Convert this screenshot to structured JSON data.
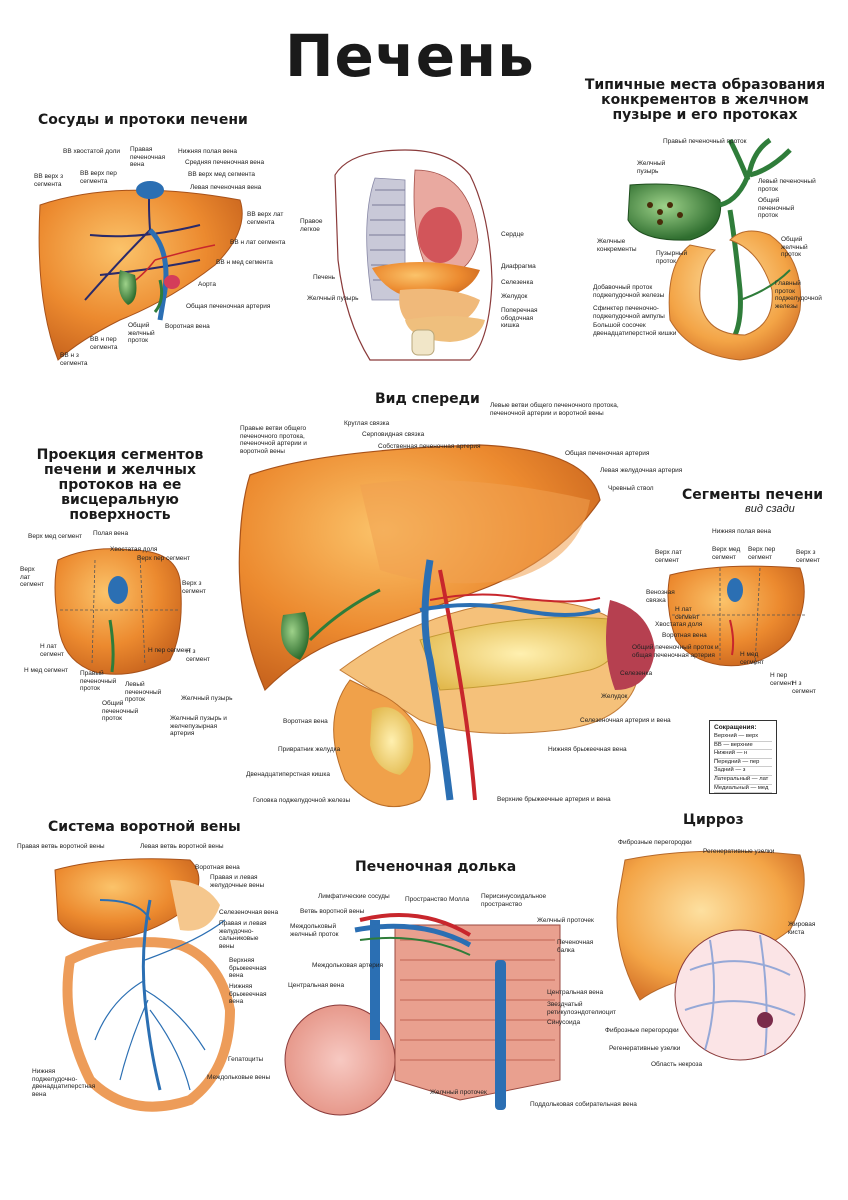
{
  "title": "Печень",
  "sections": {
    "vessels": "Сосуды и протоки печени",
    "stones": "Типичные места образования конкрементов в желчном пузыре и его протоках",
    "front": "Вид спереди",
    "projection": "Проекция сегментов печени и желчных протоков на ее висцеральную поверхность",
    "segments": "Сегменты печени",
    "segments_sub": "вид сзади",
    "portal": "Система воротной вены",
    "lobule": "Печеночная долька",
    "cirrhosis": "Цирроз"
  },
  "labels": {
    "vessels": [
      "ВВ хвостатой доли",
      "Правая печеночная вена",
      "Нижняя полая вена",
      "Средняя печеночная вена",
      "ВВ верх пер сегмента",
      "ВВ верх мед сегмента",
      "ВВ верх з сегмента",
      "Левая печеночная вена",
      "ВВ верх лат сегмента",
      "ВВ н лат сегмента",
      "ВВ н мед сегмента",
      "Аорта",
      "Общая печеночная артерия",
      "Общий желчный проток",
      "Воротная вена",
      "ВВ н пер сегмента",
      "ВВ н з сегмента"
    ],
    "torso": [
      "Правое легкое",
      "Сердце",
      "Диафрагма",
      "Печень",
      "Селезенка",
      "Желудок",
      "Желчный пузырь",
      "Поперечная ободочная кишка"
    ],
    "stones": [
      "Правый печеночный проток",
      "Желчный пузырь",
      "Левый печеночный проток",
      "Общий печеночный проток",
      "Желчные конкременты",
      "Пузырный проток",
      "Общий желчный проток",
      "Добавочный проток поджелудочной железы",
      "Главный проток поджелудочной железы",
      "Сфинктер печеночно-поджелудочной ампулы",
      "Большой сосочек двенадцатиперстной кишки"
    ],
    "front": [
      "Правые ветви общего печеночного протока, печеночной артерии и воротной вены",
      "Круглая связка",
      "Серповидная связка",
      "Собственная печеночная артерия",
      "Левые ветви общего печеночного протока, печеночной артерии и воротной вены",
      "Общая печеночная артерия",
      "Левая желудочная артерия",
      "Чревный ствол",
      "Селезенка",
      "Желудок",
      "Селезеночная артерия и вена",
      "Нижняя брыжеечная вена",
      "Верхние брыжеечные артерия и вена",
      "Головка поджелудочной железы",
      "Двенадцатиперстная кишка",
      "Привратник желудка",
      "Воротная вена",
      "Желчный пузырь",
      "Желчный пузырь и желчепузырная артерия"
    ],
    "projection": [
      "Верх мед сегмент",
      "Полая вена",
      "Хвостатая доля",
      "Верх пер сегмент",
      "Верх лат сегмент",
      "Верх з сегмент",
      "Н лат сегмент",
      "Н пер сегмент",
      "Н з сегмент",
      "Н мед сегмент",
      "Правый печеночный проток",
      "Левый печеночный проток",
      "Общий печеночный проток"
    ],
    "segments": [
      "Нижняя полая вена",
      "Верх лат сегмент",
      "Верх мед сегмент",
      "Верх пер сегмент",
      "Верх з сегмент",
      "Венозная связка",
      "Н лат сегмент",
      "Хвостатая доля",
      "Воротная вена",
      "Общий печеночный проток и общая печеночная артерия",
      "Н мед сегмент",
      "Н пер сегмент",
      "Н з сегмент"
    ],
    "portal": [
      "Правая ветвь воротной вены",
      "Левая ветвь воротной вены",
      "Воротная вена",
      "Правая и левая желудочные вены",
      "Селезеночная вена",
      "Правая и левая желудочно-сальниковые вены",
      "Верхняя брыжеечная вена",
      "Нижняя брыжеечная вена",
      "Нижняя поджелудочно-двенадцатиперстная вена"
    ],
    "lobule": [
      "Лимфатические сосуды",
      "Пространство Молла",
      "Ветвь воротной вены",
      "Перисинусоидальное пространство",
      "Желчный проточек",
      "Междольковый желчный проток",
      "Печеночная балка",
      "Междольковая артерия",
      "Центральная вена",
      "Центральная вена",
      "Звездчатый ретикулоэндотелиоцит",
      "Синусоида",
      "Гепатоциты",
      "Междольковые вены",
      "Желчный проточек",
      "Поддольковая собирательная вена"
    ],
    "cirrhosis": [
      "Фиброзные перегородки",
      "Регенеративные узелки",
      "Жировая киста",
      "Фиброзные перегородки",
      "Регенеративные узелки",
      "Область некроза"
    ]
  },
  "legend": {
    "title": "Сокращения:",
    "items": [
      "Верхний — верх",
      "ВВ — верхние",
      "Нижний — н",
      "Передний — пер",
      "Задний — з",
      "Латеральный — лат",
      "Медиальный — мед"
    ]
  },
  "colors": {
    "liver": "#e8832f",
    "liver_light": "#f6b25a",
    "vein_blue": "#2b6fb3",
    "artery_red": "#c8262c",
    "bile_green": "#2f7d3a",
    "pancreas": "#f1d27a"
  }
}
